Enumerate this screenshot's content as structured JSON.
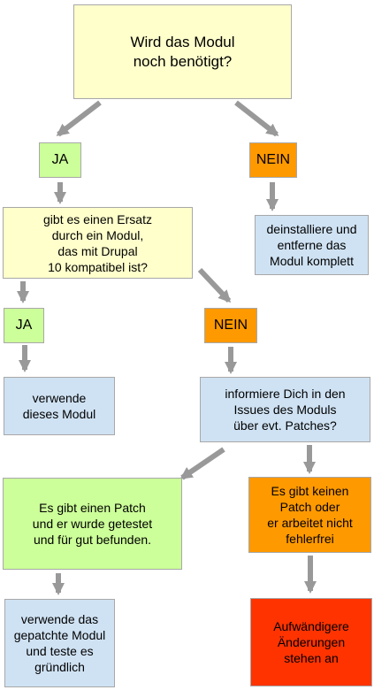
{
  "colors": {
    "question": "#ffffcc",
    "yes": "#ccff99",
    "no": "#ff9900",
    "action": "#cfe2f3",
    "critical": "#ff3300",
    "arrow": "#999999"
  },
  "nodes": {
    "q1": "Wird das Modul\nnoch benötigt?",
    "ja1": "JA",
    "nein1": "NEIN",
    "uninstall": "deinstalliere und\nentferne das\nModul komplett",
    "q2": "gibt es einen Ersatz\ndurch ein Modul,\ndas mit Drupal\n10 kompatibel ist?",
    "ja2": "JA",
    "nein2": "NEIN",
    "use_module": "verwende\ndieses Modul",
    "issues": "informiere Dich in den\nIssues des Moduls\nüber evt. Patches?",
    "patch_found": "Es gibt einen Patch\nund er wurde getestet\nund für gut befunden.",
    "no_patch": "Es gibt keinen\nPatch oder\ner arbeitet nicht\nfehlerfrei",
    "use_patched": "verwende das\ngepatchte Modul\nund teste es\ngründlich",
    "big_changes": "Aufwändigere\nÄnderungen\nstehen an"
  }
}
